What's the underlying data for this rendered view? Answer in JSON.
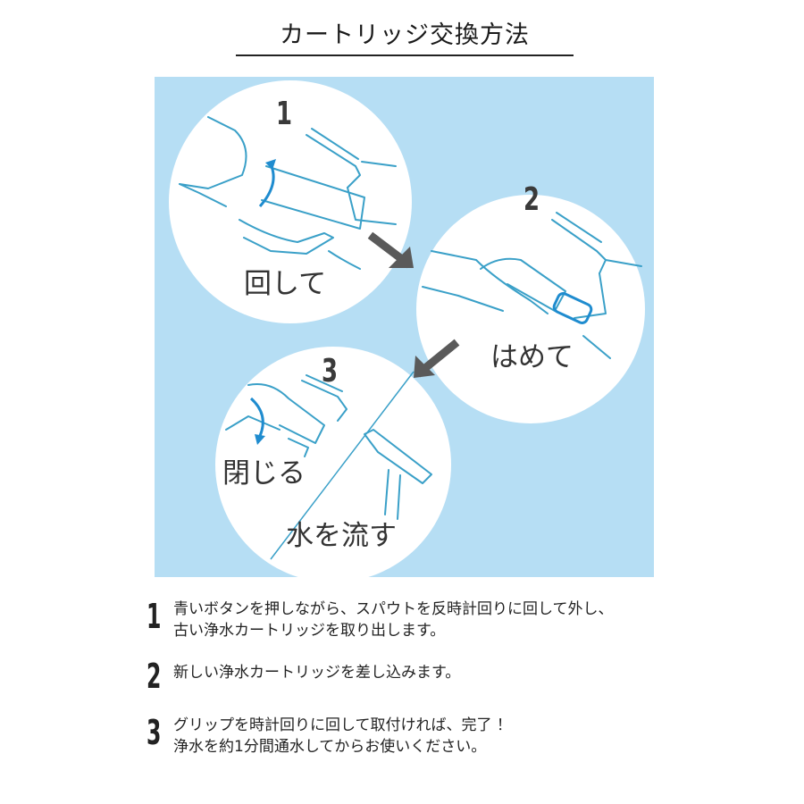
{
  "title": "カートリッジ交換方法",
  "illustration": {
    "step1": {
      "number": "1",
      "label": "回して"
    },
    "step2": {
      "number": "2",
      "label": "はめて"
    },
    "step3": {
      "number": "3",
      "label_a": "閉じる",
      "label_b": "水を流す"
    },
    "colors": {
      "background": "#b6def4",
      "circle": "#ffffff",
      "arrow": "#5a5a5a",
      "rotation_arrow": "#1f8ccf",
      "line_art": "#3aa0c8"
    }
  },
  "steps": [
    {
      "number": "1",
      "lines": [
        "青いボタンを押しながら、スパウトを反時計回りに回して外し、",
        "古い浄水カートリッジを取り出します。"
      ]
    },
    {
      "number": "2",
      "lines": [
        "新しい浄水カートリッジを差し込みます。"
      ]
    },
    {
      "number": "3",
      "lines": [
        "グリップを時計回りに回して取付ければ、完了 ！",
        "浄水を約1分間通水してからお使いください。"
      ]
    }
  ]
}
